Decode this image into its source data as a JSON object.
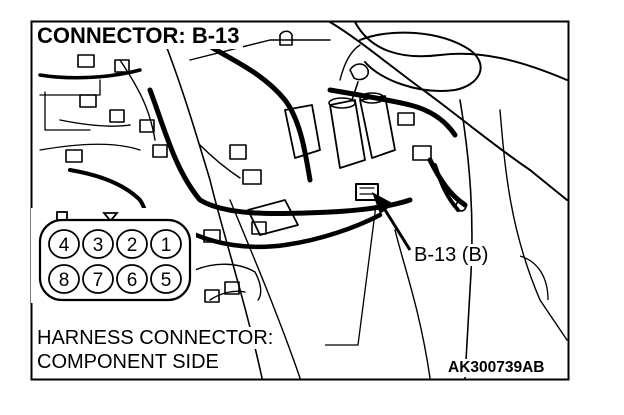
{
  "title": "CONNECTOR: B-13",
  "callout": {
    "label": "B-13 (B)"
  },
  "harness_label": {
    "line1": "HARNESS CONNECTOR:",
    "line2": "COMPONENT SIDE"
  },
  "figure_id": "AK300739AB",
  "connector": {
    "pins_top": [
      "4",
      "3",
      "2",
      "1"
    ],
    "pins_bottom": [
      "8",
      "7",
      "6",
      "5"
    ]
  },
  "colors": {
    "line": "#000000",
    "background": "#ffffff"
  }
}
